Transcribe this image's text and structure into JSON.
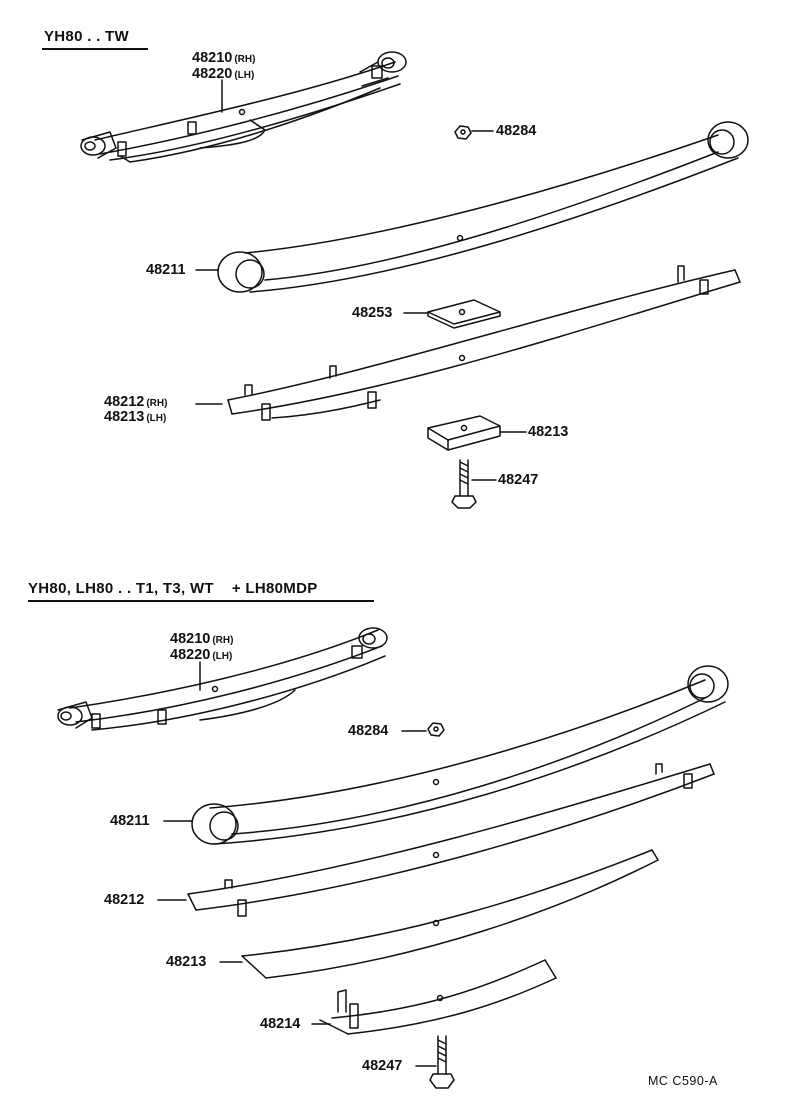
{
  "sections": [
    {
      "heading": "YH80 . . TW",
      "callouts": {
        "assy_rh": "48210",
        "assy_rh_side": "(RH)",
        "assy_lh": "48220",
        "assy_lh_side": "(LH)",
        "nut": "48284",
        "leaf1": "48211",
        "spacer": "48253",
        "leaf2_rh": "48212",
        "leaf2_rh_side": "(RH)",
        "leaf2_lh": "48213",
        "leaf2_lh_side": "(LH)",
        "block": "48213",
        "bolt": "48247"
      }
    },
    {
      "heading": "YH80, LH80 . . T1, T3, WT",
      "heading_extra": "+ LH80MDP",
      "callouts": {
        "assy_rh": "48210",
        "assy_rh_side": "(RH)",
        "assy_lh": "48220",
        "assy_lh_side": "(LH)",
        "nut": "48284",
        "leaf1": "48211",
        "leaf2": "48212",
        "leaf3": "48213",
        "leaf4": "48214",
        "bolt": "48247"
      }
    }
  ],
  "figure_code": "MC  C590-A"
}
